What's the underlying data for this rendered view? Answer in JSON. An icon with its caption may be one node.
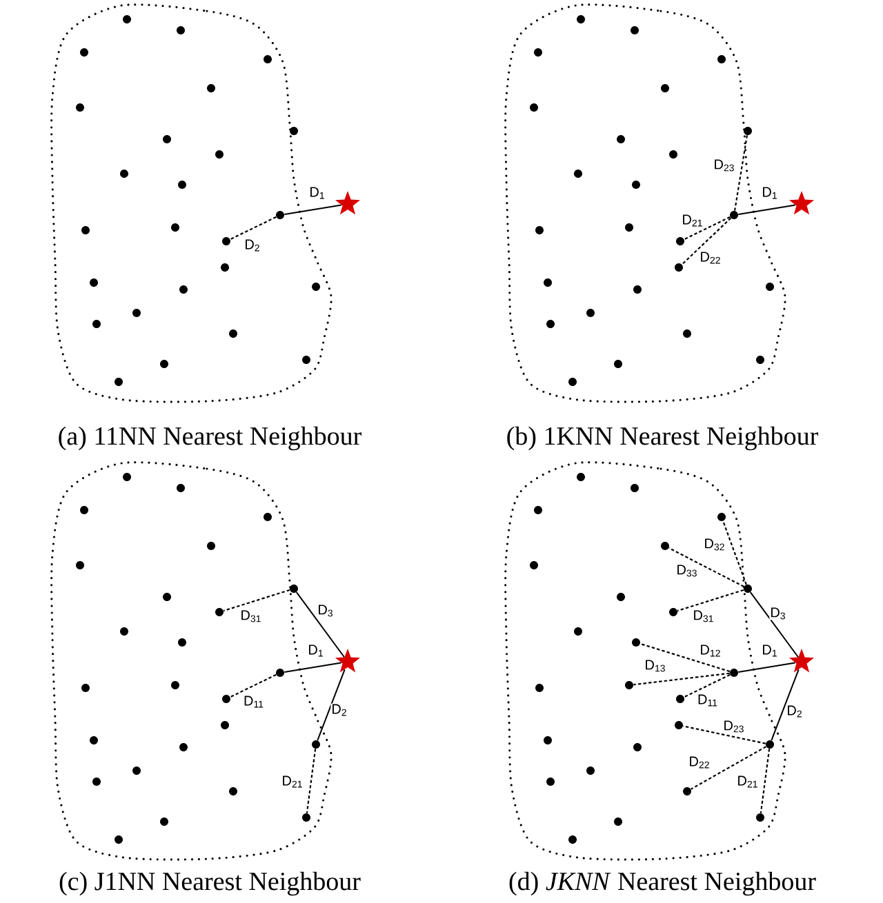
{
  "diagram": {
    "nodes": [
      {
        "text": [],
        "shape": "star"
      },
      {
        "text": [],
        "shape": "circle"
      },
      {
        "text": [],
        "shape": "circle"
      },
      {
        "text": [],
        "shape": "star"
      },
      {
        "text": [],
        "shape": "circle"
      },
      {
        "text": [],
        "shape": "circle"
      },
      {
        "text": [],
        "shape": "circle"
      },
      {
        "text": [],
        "shape": "circle"
      },
      {
        "text": [],
        "shape": "star"
      },
      {
        "text": [],
        "shape": "circle"
      },
      {
        "text": [],
        "shape": "circle"
      },
      {
        "text": [],
        "shape": "circle"
      },
      {
        "text": [],
        "shape": "circle"
      },
      {
        "text": [],
        "shape": "circle"
      },
      {
        "text": [],
        "shape": "circle"
      },
      {
        "text": [],
        "shape": "star"
      },
      {
        "text": [],
        "shape": "circle"
      },
      {
        "text": [],
        "shape": "circle"
      },
      {
        "text": [],
        "shape": "circle"
      },
      {
        "text": [],
        "shape": "circle"
      },
      {
        "text": [],
        "shape": "circle"
      },
      {
        "text": [],
        "shape": "circle"
      },
      {
        "text": [],
        "shape": "circle"
      },
      {
        "text": [],
        "shape": "circle"
      },
      {
        "text": [],
        "shape": "circle"
      },
      {
        "text": [],
        "shape": "circle"
      },
      {
        "text": [],
        "shape": "circle"
      },
      {
        "text": [],
        "shape": "circle"
      }
    ],
    "edges": [
      {
        "from": 0,
        "to": 1,
        "arrow": "none",
        "label": "D$_{1}$"
      },
      {
        "from": 1,
        "to": 2,
        "arrow": "none",
        "label": "D$_{2}$",
        "style": "dashed"
      },
      {
        "from": 3,
        "to": 4,
        "arrow": "none",
        "label": "D$_{1}$"
      },
      {
        "from": 4,
        "to": 5,
        "arrow": "none",
        "label": "D$_{23}$",
        "style": "dashed"
      },
      {
        "from": 4,
        "to": 6,
        "arrow": "none",
        "label": "D$_{21}$",
        "style": "dashed"
      },
      {
        "from": 4,
        "to": 7,
        "arrow": "none",
        "label": "D$_{22}$",
        "style": "dashed"
      },
      {
        "from": 8,
        "to": 9,
        "arrow": "none",
        "label": "D$_{1}$"
      },
      {
        "from": 8,
        "to": 10,
        "arrow": "none",
        "label": "D$_{3}$"
      },
      {
        "from": 8,
        "to": 11,
        "arrow": "none",
        "label": "D$_{2}$"
      },
      {
        "from": 10,
        "to": 12,
        "arrow": "none",
        "label": "D$_{31}$",
        "style": "dashed"
      },
      {
        "from": 9,
        "to": 13,
        "arrow": "none",
        "label": "D$_{11}$",
        "style": "dashed"
      },
      {
        "from": 11,
        "to": 14,
        "arrow": "none",
        "label": "D$_{21}$",
        "style": "dashed"
      },
      {
        "from": 15,
        "to": 16,
        "arrow": "none",
        "label": "D$_{1}$"
      },
      {
        "from": 15,
        "to": 17,
        "arrow": "none",
        "label": "D$_{3}$"
      },
      {
        "from": 15,
        "to": 18,
        "arrow": "none",
        "label": "D$_{2}$"
      },
      {
        "from": 17,
        "to": 19,
        "arrow": "none",
        "label": "D$_{32}$",
        "style": "dashed"
      },
      {
        "from": 17,
        "to": 20,
        "arrow": "none",
        "label": "D$_{33}$",
        "style": "dashed"
      },
      {
        "from": 17,
        "to": 21,
        "arrow": "none",
        "label": "D$_{31}$",
        "style": "dashed"
      },
      {
        "from": 16,
        "to": 22,
        "arrow": "none",
        "label": "D$_{12}$",
        "style": "dashed"
      },
      {
        "from": 16,
        "to": 23,
        "arrow": "none",
        "label": "D$_{13}$",
        "style": "dashed"
      },
      {
        "from": 16,
        "to": 24,
        "arrow": "none",
        "label": "D$_{11}$",
        "style": "dashed"
      },
      {
        "from": 18,
        "to": 25,
        "arrow": "none",
        "label": "D$_{23}$",
        "style": "dashed"
      },
      {
        "from": 18,
        "to": 26,
        "arrow": "none",
        "label": "D$_{22}$",
        "style": "dashed"
      },
      {
        "from": 18,
        "to": 27,
        "arrow": "none",
        "label": "D$_{21}$",
        "style": "dashed"
      }
    ],
    "labels": [
      "(a) 11NN Nearest Neighbour",
      "(b) 1KNN Nearest Neighbour",
      "(c) J1NN Nearest Neighbour",
      "(d) *JKNN* Nearest Neighbour"
    ]
  }
}
